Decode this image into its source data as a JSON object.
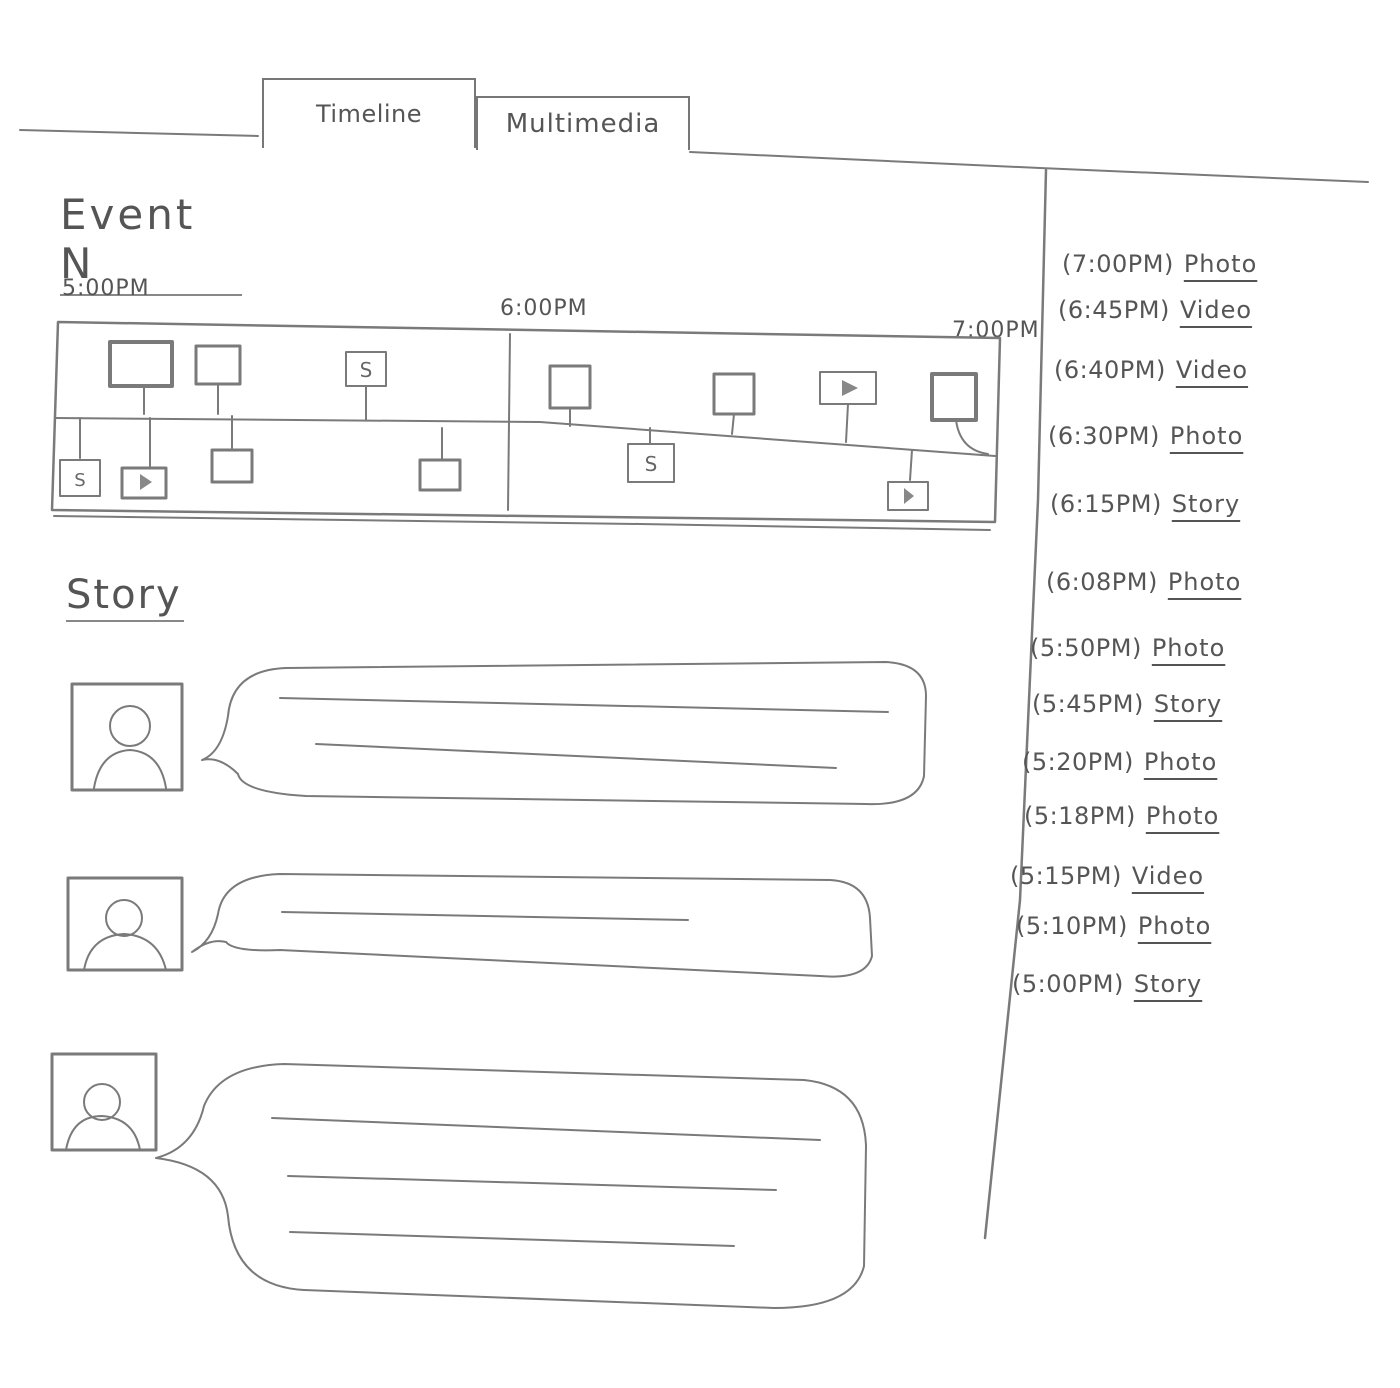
{
  "tabs": [
    {
      "label": "Timeline"
    },
    {
      "label": "Multimedia"
    }
  ],
  "event": {
    "title": "Event N",
    "time_labels": [
      "5:00PM",
      "6:00PM",
      "7:00PM"
    ]
  },
  "timeline_markers": [
    {
      "kind": "photo"
    },
    {
      "kind": "photo"
    },
    {
      "kind": "story",
      "label": "S"
    },
    {
      "kind": "photo"
    },
    {
      "kind": "photo"
    },
    {
      "kind": "video"
    },
    {
      "kind": "photo"
    },
    {
      "kind": "story",
      "label": "S"
    },
    {
      "kind": "video"
    },
    {
      "kind": "photo"
    },
    {
      "kind": "photo"
    },
    {
      "kind": "story",
      "label": "S"
    },
    {
      "kind": "video"
    }
  ],
  "story": {
    "title": "Story",
    "entries": [
      {
        "lines": 2
      },
      {
        "lines": 1
      },
      {
        "lines": 3
      }
    ]
  },
  "sidebar": {
    "items": [
      {
        "time": "(7:00PM)",
        "type": "Photo"
      },
      {
        "time": "(6:45PM)",
        "type": "Video"
      },
      {
        "time": "(6:40PM)",
        "type": "Video"
      },
      {
        "time": "(6:30PM)",
        "type": "Photo"
      },
      {
        "time": "(6:15PM)",
        "type": "Story"
      },
      {
        "time": "(6:08PM)",
        "type": "Photo"
      },
      {
        "time": "(5:50PM)",
        "type": "Photo"
      },
      {
        "time": "(5:45PM)",
        "type": "Story"
      },
      {
        "time": "(5:20PM)",
        "type": "Photo"
      },
      {
        "time": "(5:18PM)",
        "type": "Photo"
      },
      {
        "time": "(5:15PM)",
        "type": "Video"
      },
      {
        "time": "(5:10PM)",
        "type": "Photo"
      },
      {
        "time": "(5:00PM)",
        "type": "Story"
      }
    ]
  },
  "icons": [
    "photo-icon",
    "video-play-icon",
    "story-icon",
    "avatar-icon"
  ],
  "colors": {
    "pencil": "#7a7a7a",
    "background": "#ffffff"
  }
}
